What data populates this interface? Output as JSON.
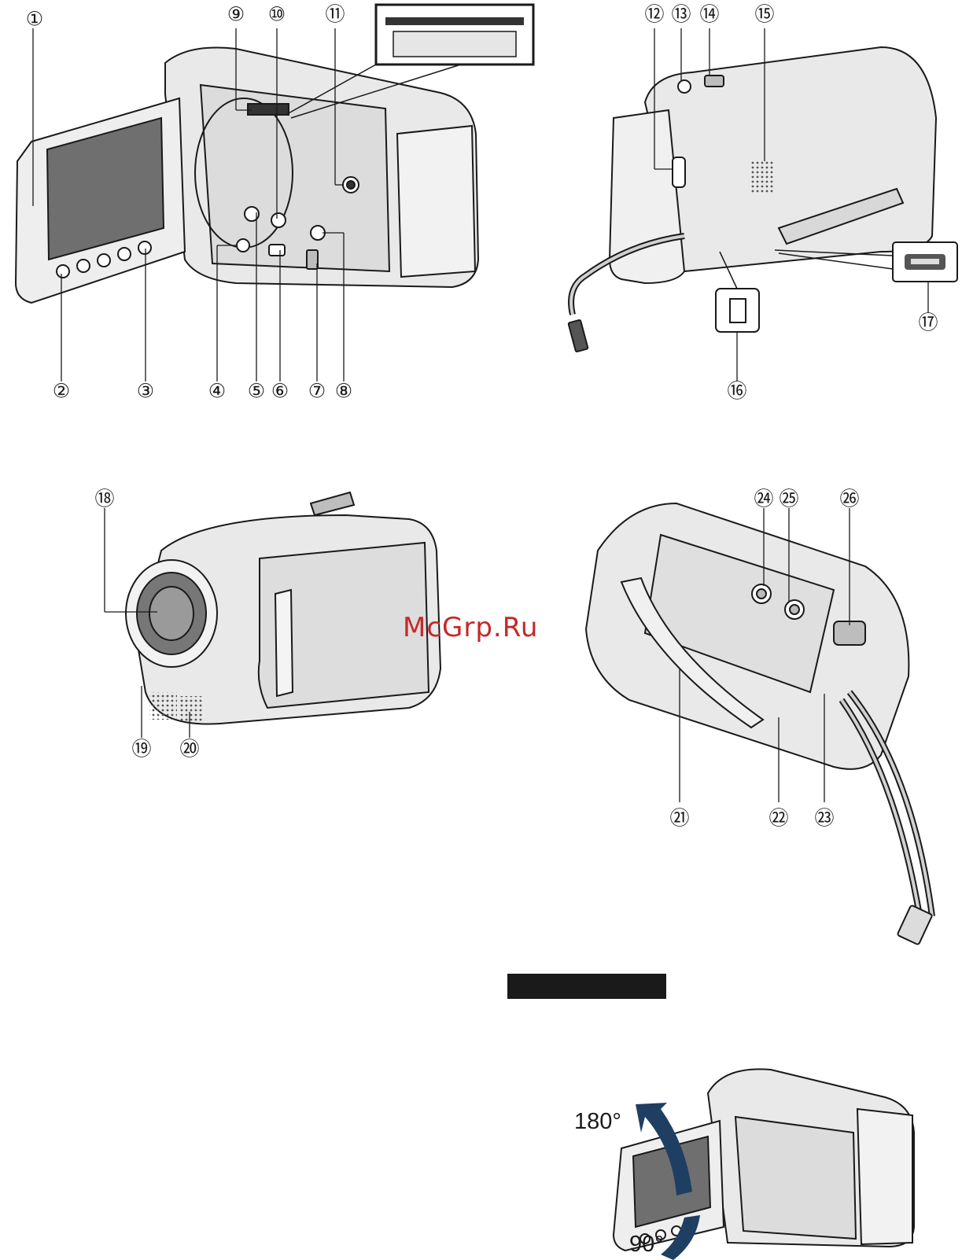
{
  "watermark": "McGrp.Ru",
  "rotation": {
    "up_label": "180°",
    "down_label": "90°"
  },
  "callouts": [
    {
      "id": 1,
      "text": "①"
    },
    {
      "id": 2,
      "text": "②"
    },
    {
      "id": 3,
      "text": "③"
    },
    {
      "id": 4,
      "text": "④"
    },
    {
      "id": 5,
      "text": "⑤"
    },
    {
      "id": 6,
      "text": "⑥"
    },
    {
      "id": 7,
      "text": "⑦"
    },
    {
      "id": 8,
      "text": "⑧"
    },
    {
      "id": 9,
      "text": "⑨"
    },
    {
      "id": 10,
      "text": "⑩"
    },
    {
      "id": 11,
      "text": "⑪"
    },
    {
      "id": 12,
      "text": "⑫"
    },
    {
      "id": 13,
      "text": "⑬"
    },
    {
      "id": 14,
      "text": "⑭"
    },
    {
      "id": 15,
      "text": "⑮"
    },
    {
      "id": 16,
      "text": "⑯"
    },
    {
      "id": 17,
      "text": "⑰"
    },
    {
      "id": 18,
      "text": "⑱"
    },
    {
      "id": 19,
      "text": "⑲"
    },
    {
      "id": 20,
      "text": "⑳"
    },
    {
      "id": 21,
      "text": "㉑"
    },
    {
      "id": 22,
      "text": "㉒"
    },
    {
      "id": 23,
      "text": "㉓"
    },
    {
      "id": 24,
      "text": "㉔"
    },
    {
      "id": 25,
      "text": "㉕"
    },
    {
      "id": 26,
      "text": "㉖"
    }
  ],
  "colors": {
    "line": "#1a1a1a",
    "body": "#e9e9e9",
    "screen": "#6f6f6f",
    "arrow": "#1f3f62",
    "watermark": "#c62828"
  }
}
